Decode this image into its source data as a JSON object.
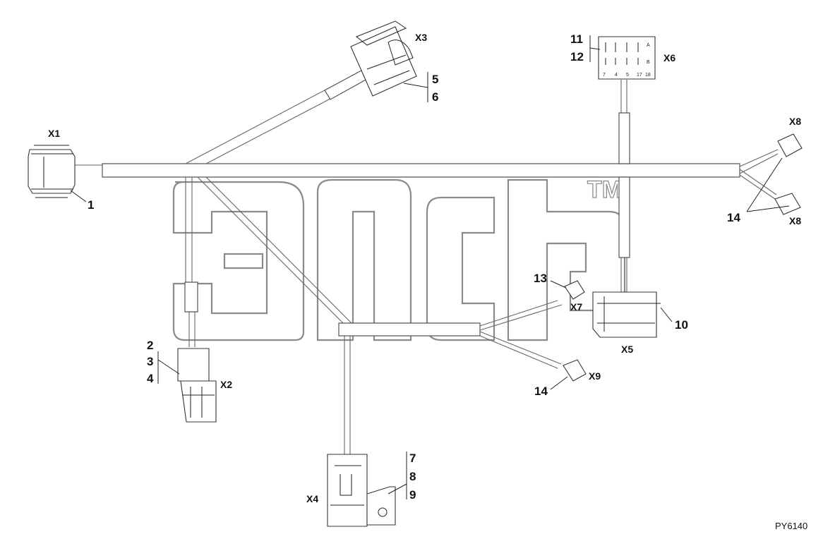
{
  "connectors": {
    "x1": "X1",
    "x2": "X2",
    "x3": "X3",
    "x4": "X4",
    "x5": "X5",
    "x6": "X6",
    "x7": "X7",
    "x8": "X8",
    "x9": "X9"
  },
  "callouts": {
    "c1": "1",
    "c2": "2",
    "c3": "3",
    "c4": "4",
    "c5": "5",
    "c6": "6",
    "c7": "7",
    "c8": "8",
    "c9": "9",
    "c10": "10",
    "c11": "11",
    "c12": "12",
    "c13": "13",
    "c14a": "14",
    "c14b": "14"
  },
  "x6_pins": {
    "a": "A",
    "b": "B",
    "p7": "7",
    "p4": "4",
    "p5": "5",
    "p17": "17",
    "p18": "18"
  },
  "watermark": {
    "tm": "TM"
  },
  "drawing_code": "PY6140",
  "colors": {
    "line": "#333333",
    "watermark": "#8a8a8a"
  }
}
